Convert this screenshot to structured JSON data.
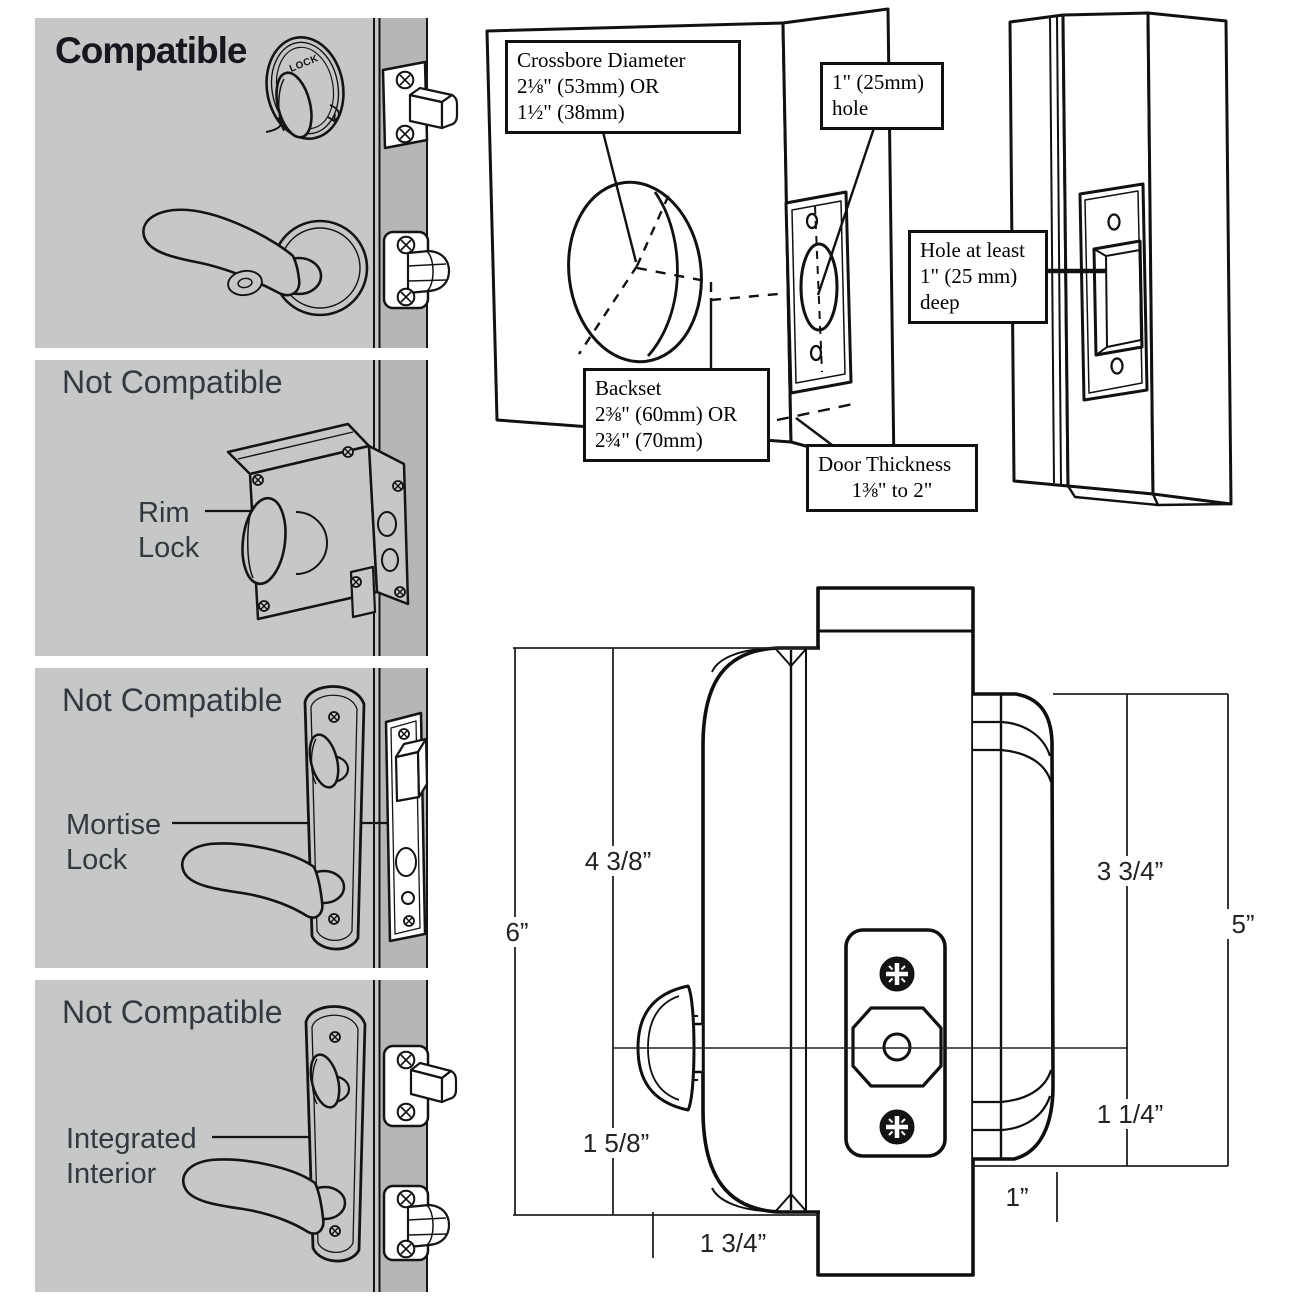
{
  "colors": {
    "panel_bg": "#c6c8c7",
    "panel_edge_strip": "#b4b7b6",
    "line": "#121212",
    "title_dark": "#17171e",
    "text_gray": "#35383e"
  },
  "panels": [
    {
      "title": "Compatible",
      "items": [
        "deadbolt-thumbturn",
        "lever-handle"
      ],
      "deadbolt_text": "LOCK"
    },
    {
      "title": "Not Compatible",
      "label": [
        "Rim",
        "Lock"
      ]
    },
    {
      "title": "Not Compatible",
      "label": [
        "Mortise",
        "Lock"
      ]
    },
    {
      "title": "Not Compatible",
      "label": [
        "Integrated",
        "Interior"
      ]
    }
  ],
  "callouts": {
    "crossbore": {
      "lines": [
        "Crossbore Diameter",
        "2⅛\" (53mm) OR",
        "1½\" (38mm)"
      ]
    },
    "hole": {
      "lines": [
        "1\" (25mm)",
        "hole"
      ]
    },
    "hole_deep": {
      "lines": [
        "Hole at least",
        "1\" (25 mm)",
        "deep"
      ]
    },
    "backset": {
      "lines": [
        "Backset",
        "2⅜\" (60mm) OR",
        "2¾\" (70mm)"
      ]
    },
    "door_thickness": {
      "lines": [
        "Door Thickness",
        "1⅜\" to 2\""
      ]
    }
  },
  "dimensions": {
    "interior_total_height": "6”",
    "top_to_centerline": "4 3/8”",
    "centerline_to_bottom": "1 5/8”",
    "interior_projection": "1 3/4”",
    "exterior_top_to_centerline": "3 3/4”",
    "exterior_total_height": "5”",
    "exterior_centerline_to_bottom": "1 1/4”",
    "exterior_projection": "1”"
  }
}
